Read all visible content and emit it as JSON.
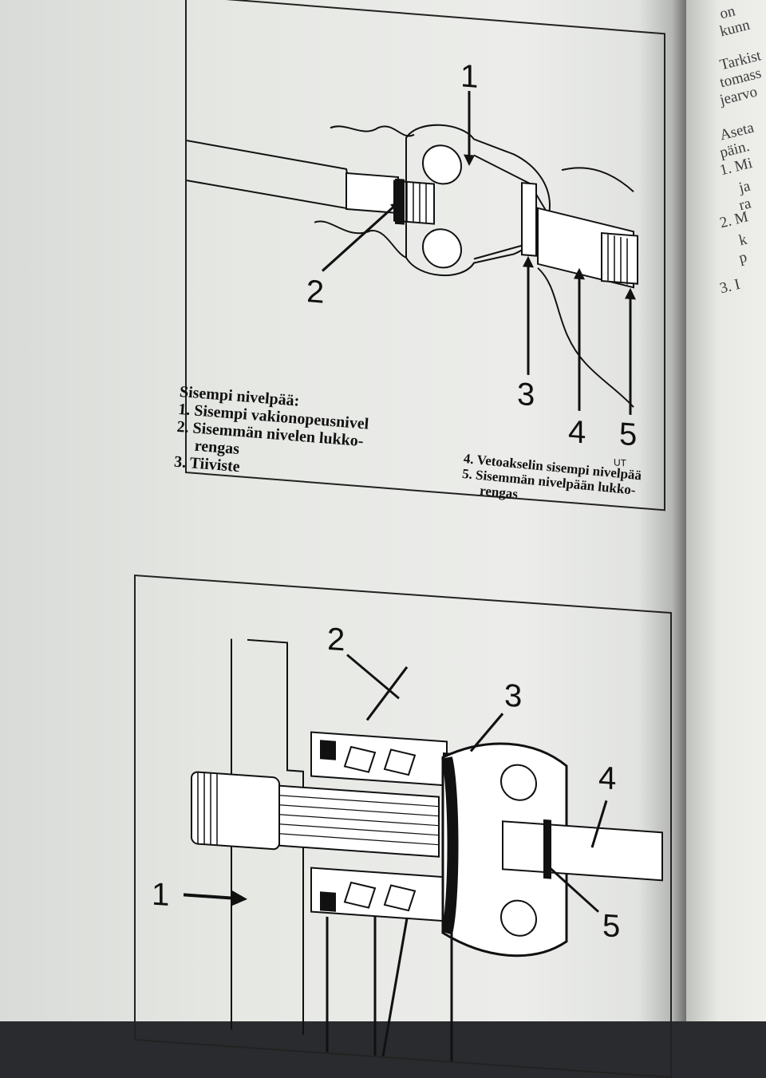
{
  "figure1": {
    "callouts": [
      "1",
      "2",
      "3",
      "4",
      "5"
    ],
    "tag": "UT"
  },
  "caption1": {
    "heading": "Sisempi nivelpää:",
    "items": [
      {
        "num": "1.",
        "text": "Sisempi vakionopeusnivel"
      },
      {
        "num": "2.",
        "text": "Sisemmän nivelen lukko-",
        "cont": "rengas"
      },
      {
        "num": "3.",
        "text": "Tiiviste"
      },
      {
        "num": "4.",
        "text": "Vetoakselin sisempi nivelpää"
      },
      {
        "num": "5.",
        "text": "Sisemmän nivelpään lukko-",
        "cont": "rengas"
      }
    ]
  },
  "figure2": {
    "callouts": [
      "1",
      "2",
      "3",
      "4",
      "5"
    ]
  },
  "right_page": {
    "lines": [
      "on",
      "kunn",
      "Tarkist",
      "tomass",
      "jearvo",
      "Aseta",
      "päin.",
      "1. Mi",
      "ja",
      "ra",
      "2. M",
      "k",
      "p",
      "3. I"
    ]
  },
  "colors": {
    "paper": "#e6e8e4",
    "ink": "#111111",
    "background": "#2a2b2e"
  }
}
